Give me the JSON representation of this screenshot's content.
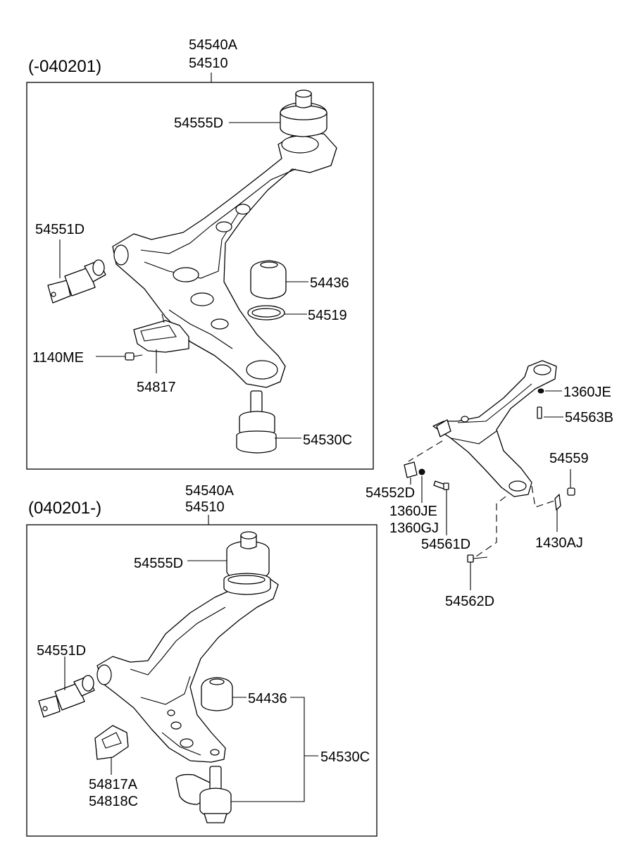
{
  "top_panel": {
    "date_range": "(-040201)",
    "assembly_codes": [
      "54540A",
      "54510"
    ],
    "labels": {
      "ball_joint_boot": "54555D",
      "front_bushing": "54551D",
      "rear_bushing": "54436",
      "bushing_ring": "54519",
      "bolt": "1140ME",
      "bracket": "54817",
      "ball_joint": "54530C"
    }
  },
  "bottom_panel": {
    "date_range": "(040201-)",
    "assembly_codes": [
      "54540A",
      "54510"
    ],
    "labels": {
      "ball_joint_boot": "54555D",
      "front_bushing": "54551D",
      "rear_bushing": "54436",
      "ball_joint": "54530C",
      "bracket_lines": [
        "54817A",
        "54818C"
      ]
    }
  },
  "side_assembly": {
    "labels": {
      "nut_top": "1360JE",
      "bolt_top": "54563B",
      "washer": "54559",
      "bracket": "54552D",
      "nut_lines": [
        "1360JE",
        "1360GJ"
      ],
      "bolt_mid": "54561D",
      "pin": "1430AJ",
      "bolt_bottom": "54562D"
    }
  }
}
